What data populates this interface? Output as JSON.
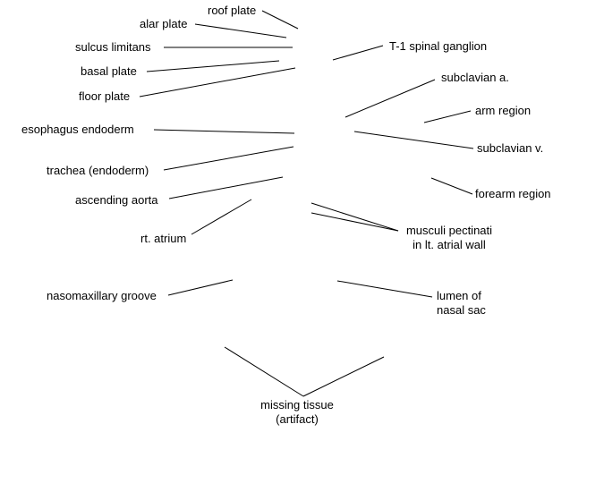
{
  "labels": {
    "roof_plate": "roof plate",
    "alar_plate": "alar plate",
    "sulcus_limitans": "sulcus limitans",
    "basal_plate": "basal plate",
    "floor_plate": "floor plate",
    "t1_spinal_ganglion": "T-1 spinal ganglion",
    "subclavian_a": "subclavian a.",
    "arm_region": "arm region",
    "esophagus_endoderm": "esophagus endoderm",
    "subclavian_v": "subclavian v.",
    "trachea_endoderm": "trachea (endoderm)",
    "forearm_region": "forearm region",
    "ascending_aorta": "ascending aorta",
    "musculi_pectinati": [
      "musculi pectinati",
      "in lt. atrial wall"
    ],
    "rt_atrium": "rt. atrium",
    "nasomaxillary_groove": "nasomaxillary groove",
    "lumen_nasal_sac": [
      "lumen of",
      "nasal sac"
    ],
    "missing_tissue": [
      "missing tissue",
      "(artifact)"
    ]
  }
}
